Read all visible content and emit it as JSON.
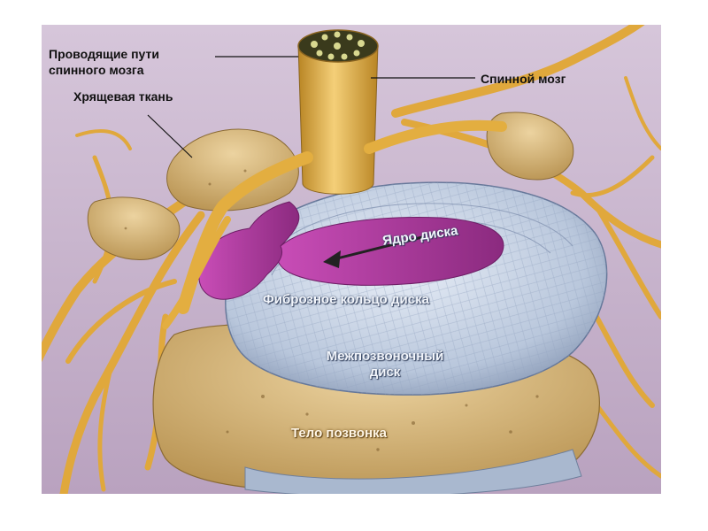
{
  "diagram": {
    "callouts": {
      "spinal_tracts_line1": "Проводящие пути",
      "spinal_tracts_line2": "спинного мозга",
      "cartilage": "Хрящевая ткань",
      "spinal_cord": "Спинной мозг"
    },
    "inner_labels": {
      "nucleus": "Ядро диска",
      "annulus": "Фиброзное кольцо диска",
      "disc_line1": "Межпозвоночный",
      "disc_line2": "диск",
      "vertebral_body": "Тело позвонка"
    },
    "colors": {
      "background": "#cbb8cf",
      "nerve": "#e7b03e",
      "bone": "#d9b778",
      "disc": "#c9d6e6",
      "nucleus": "#b23aa3",
      "text": "#111111"
    }
  }
}
